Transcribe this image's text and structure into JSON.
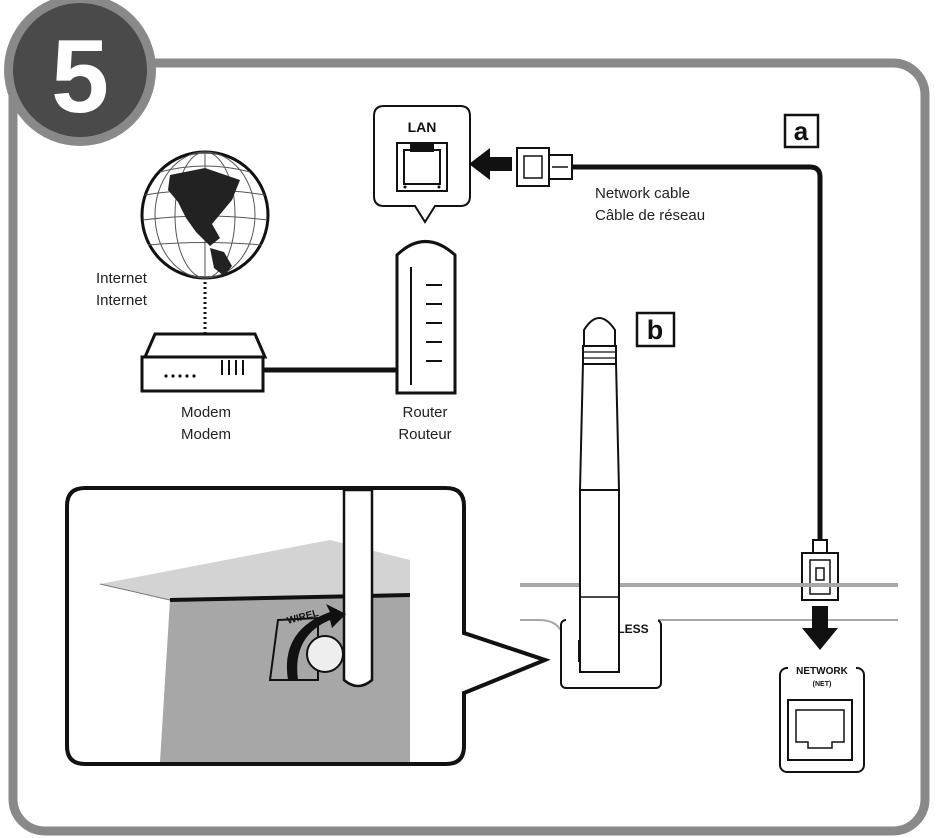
{
  "step": {
    "number": "5"
  },
  "labels": {
    "internet": [
      "Internet",
      "Internet"
    ],
    "modem": [
      "Modem",
      "Modem"
    ],
    "router": [
      "Router",
      "Routeur"
    ],
    "network_cable": [
      "Network cable",
      "Câble de réseau"
    ],
    "lan": "LAN",
    "marker_a": "a",
    "marker_b": "b",
    "wireless_fragment": "LESS",
    "wireless_inset_fragment": "WIREL",
    "network_port": "NETWORK",
    "network_port_sub": "(NET)"
  },
  "colors": {
    "frame": "#898989",
    "badge": "#4a4a4a",
    "panel_gray": "#a7a7a7",
    "panel_light": "#d3d3d3",
    "cable": "#111111"
  }
}
